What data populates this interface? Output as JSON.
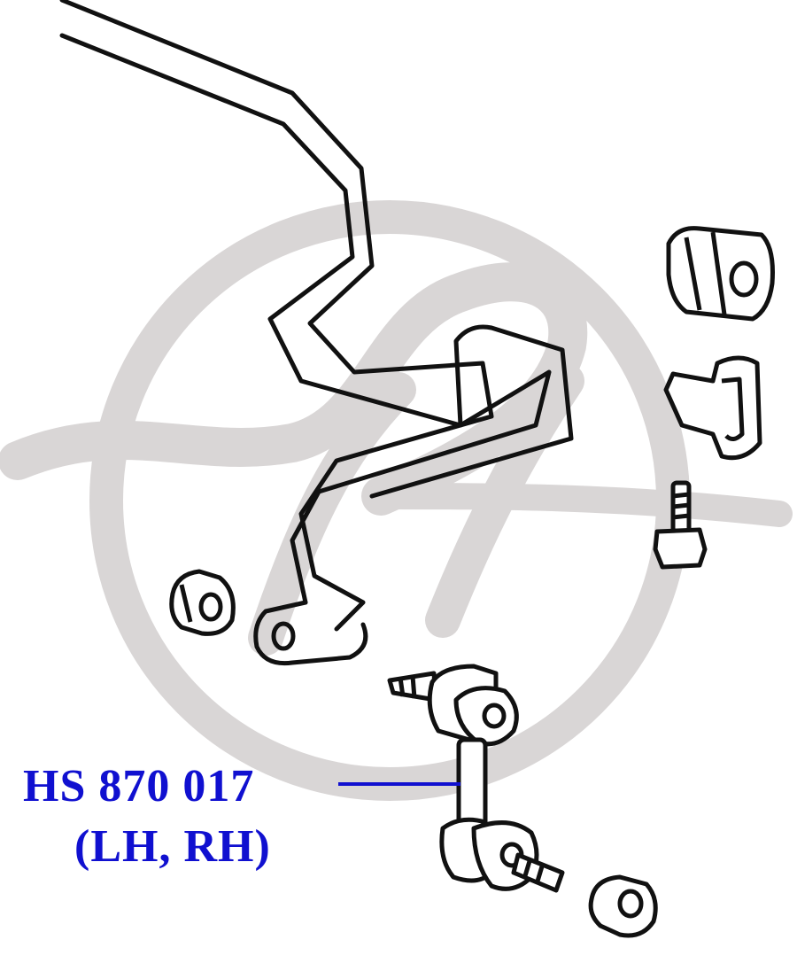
{
  "callout": {
    "part_number": "HS 870 017",
    "side": "(LH, RH)",
    "color": "#1010d0"
  },
  "colors": {
    "line_art": "#111111",
    "watermark": "#d9d6d6",
    "background": "#ffffff"
  },
  "watermark": {
    "symbol": "brand-logo-watermark"
  }
}
